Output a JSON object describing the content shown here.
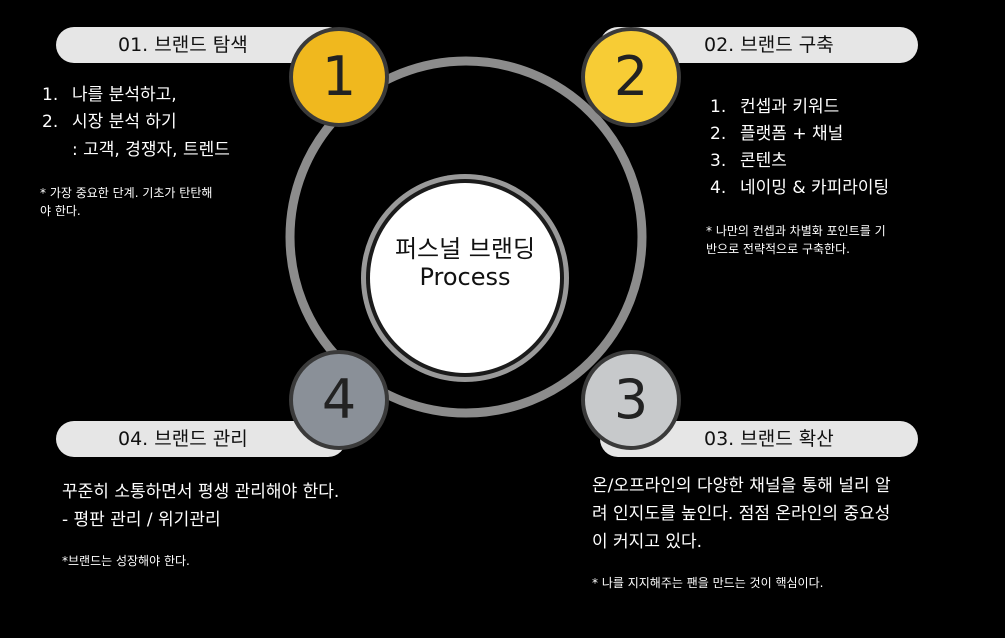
{
  "center": {
    "line1": "퍼스널 브랜딩",
    "line2": "Process"
  },
  "steps": [
    {
      "number": "1",
      "title": "01. 브랜드 탐색",
      "color": "#f0b81e",
      "items": [
        {
          "n": "1.",
          "text": "나를 분석하고,"
        },
        {
          "n": "2.",
          "text": "시장 분석 하기"
        }
      ],
      "sub": ": 고객, 경쟁자, 트렌드",
      "note_lines": [
        "* 가장 중요한 단계. 기초가 탄탄해",
        "야 한다."
      ]
    },
    {
      "number": "2",
      "title": "02. 브랜드 구축",
      "color": "#f7cc35",
      "items": [
        {
          "n": "1.",
          "text": "컨셉과 키워드"
        },
        {
          "n": "2.",
          "text": "플랫폼 + 채널"
        },
        {
          "n": "3.",
          "text": "콘텐츠"
        },
        {
          "n": "4.",
          "text": "네이밍 & 카피라이팅"
        }
      ],
      "note_lines": [
        "* 나만의 컨셉과 차별화 포인트를 기",
        "반으로 전략적으로 구축한다."
      ]
    },
    {
      "number": "3",
      "title": "03. 브랜드 확산",
      "color": "#c7c9cb",
      "para_lines": [
        "온/오프라인의 다양한 채널을 통해 널리 알",
        "려 인지도를 높인다. 점점 온라인의 중요성",
        "이 커지고 있다."
      ],
      "note_lines": [
        "* 나를 지지해주는 팬을 만드는 것이 핵심이다."
      ]
    },
    {
      "number": "4",
      "title": "04. 브랜드 관리",
      "color": "#8a9098",
      "para_lines": [
        "꾸준히 소통하면서 평생 관리해야 한다.",
        "- 평판 관리 / 위기관리"
      ],
      "note_lines": [
        "*브랜드는 성장해야 한다."
      ]
    }
  ]
}
